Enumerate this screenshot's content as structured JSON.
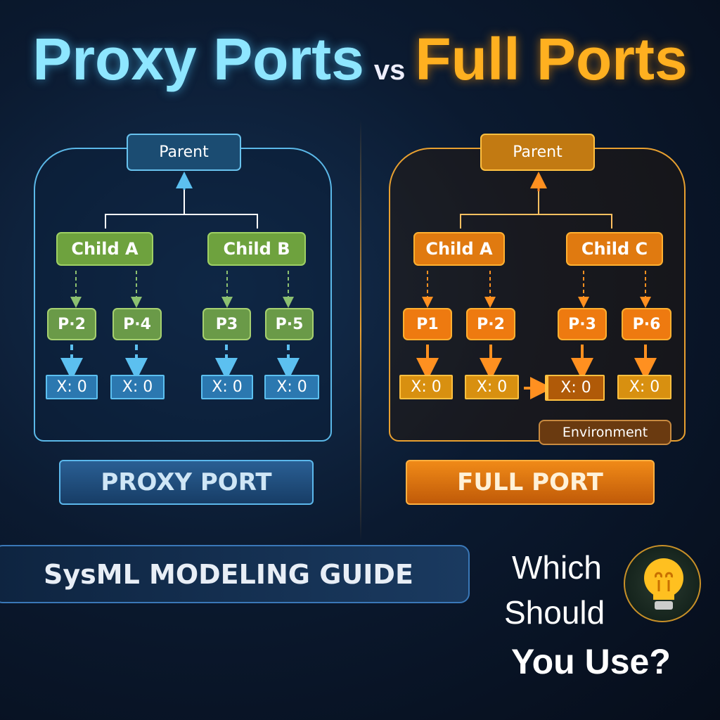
{
  "title": {
    "left": "Proxy Ports",
    "vs": "vs",
    "right": "Full Ports"
  },
  "proxy": {
    "parent": "Parent",
    "children": [
      "Child A",
      "Child B"
    ],
    "ports": [
      "P·2",
      "P·4",
      "P3",
      "P·5"
    ],
    "values": [
      "X: 0",
      "X: 0",
      "X: 0",
      "X: 0"
    ],
    "label": "PROXY PORT"
  },
  "full": {
    "parent": "Parent",
    "children": [
      "Child A",
      "Child C"
    ],
    "ports": [
      "P1",
      "P·2",
      "P·3",
      "P·6"
    ],
    "values": [
      "X: 0",
      "X: 0",
      "X: 0",
      "X: 0"
    ],
    "environment": "Environment",
    "label": "FULL PORT"
  },
  "banner": "SysML MODELING GUIDE",
  "question": [
    "Which",
    "Should",
    "You Use?"
  ],
  "icons": {
    "bulb": "lightbulb-icon"
  },
  "colors": {
    "proxy": "#5cb8ec",
    "full": "#ffa020",
    "green": "#6ea23e"
  }
}
